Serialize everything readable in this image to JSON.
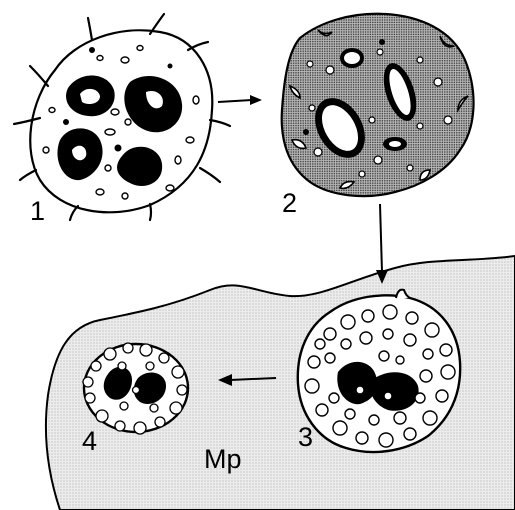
{
  "labels": {
    "stage1": "1",
    "stage2": "2",
    "stage3": "3",
    "stage4": "4",
    "macrophage": "Mp"
  },
  "colors": {
    "ink": "#000000",
    "paper": "#ffffff",
    "stipple_light": "#e6e6e6",
    "stipple_dark": "#8c8c8c"
  }
}
